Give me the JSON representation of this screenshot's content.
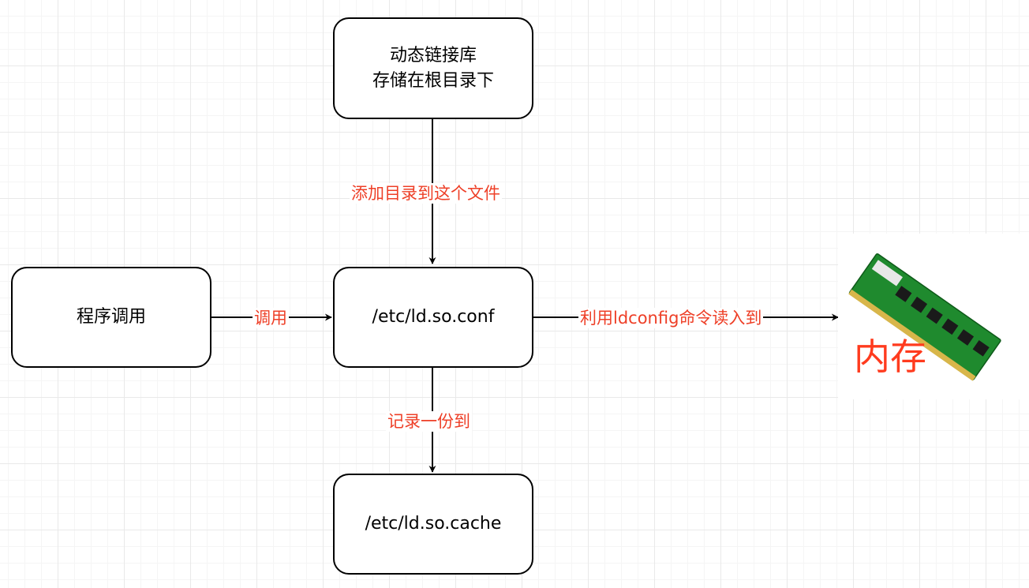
{
  "nodes": {
    "library": {
      "line1": "动态链接库",
      "line2": "存储在根目录下"
    },
    "program": {
      "label": "程序调用"
    },
    "conf": {
      "label": "/etc/ld.so.conf"
    },
    "cache": {
      "label": "/etc/ld.so.cache"
    }
  },
  "edges": {
    "library_to_conf": "添加目录到这个文件",
    "program_to_conf": "调用",
    "conf_to_cache": "记录一份到",
    "conf_to_memory": "利用ldconfig命令读入到"
  },
  "memory": {
    "label": "内存",
    "image": "ram-module-image"
  },
  "colors": {
    "label_red": "#ee3f27",
    "memory_red": "#ff3b1e",
    "ram_pcb": "#1f8a2e",
    "chip": "#1a1a1a"
  }
}
